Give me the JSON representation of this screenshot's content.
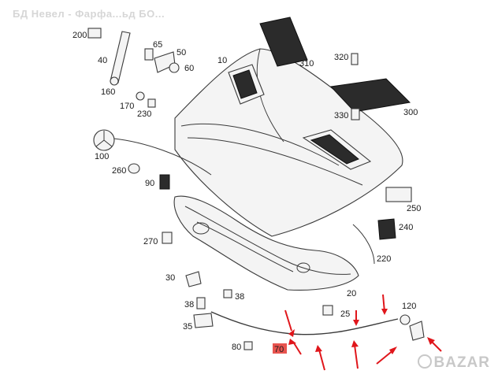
{
  "watermark_text": "БД Невел - Фарфа...ьд БО...",
  "brand": "BAZAR",
  "colors": {
    "arrow": "#e0161b",
    "highlight_label_bg": "#e8544f"
  },
  "labels": {
    "p10": "10",
    "p20": "20",
    "p25": "25",
    "p30": "30",
    "p35": "35",
    "p38a": "38",
    "p38b": "38",
    "p40": "40",
    "p50": "50",
    "p60": "60",
    "p65": "65",
    "p70": "70",
    "p80": "80",
    "p90": "90",
    "p100": "100",
    "p120": "120",
    "p160": "160",
    "p170": "170",
    "p200": "200",
    "p220": "220",
    "p230": "230",
    "p240": "240",
    "p250": "250",
    "p260": "260",
    "p270": "270",
    "p300": "300",
    "p310": "310",
    "p320": "320",
    "p330": "330"
  }
}
